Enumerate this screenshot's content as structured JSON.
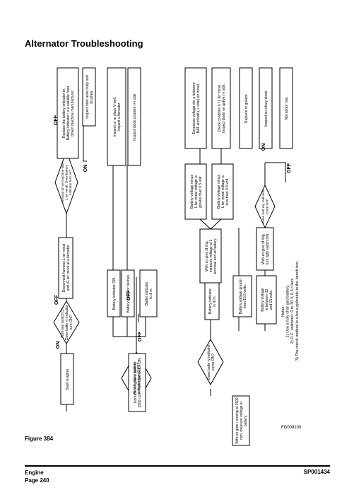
{
  "title": "Alternator Troubleshooting",
  "figure_label": "Figure 384",
  "figure_code": "FG009100",
  "footer": {
    "section": "Engine",
    "page": "Page 240",
    "doc_id": "SP001434"
  },
  "notes": [
    "Notes:",
    "1) Use a  fully char ged battery.",
    "2) D.C. voltmeter: 0 to  30  V,  0.5 c lass",
    "3) The check   method is a lso a pplicable to the  bench test"
  ],
  "nodes": {
    "d1": [
      "Turn key switch On.",
      "Does batte ry indicator",
      "turn ON?"
    ],
    "start": [
      "Start Engine."
    ],
    "d2": [
      "At id le, does battery",
      "indicator turn O FF?"
    ],
    "increase": [
      "Increase en gine s peed to",
      "1500 r.pm. Turn  light switch ON."
    ],
    "d3": [
      "Does batte ry indicator",
      "come ON?"
    ],
    "measure1500": [
      "With en gine r unning at  1500",
      "rpm,  measure  voltage at",
      "battery."
    ],
    "disconnect": [
      "Disconnect harness  L ter minal",
      "and  IG ter minal at a lternator"
    ],
    "ground": [
      "Ground dri ve  machine side",
      "L ter minal. Does battery",
      "indicator turn  on?"
    ],
    "replace_batt": [
      "Replace the battery indicator  or,",
      "Battery indicator i s a vailable from",
      "driven machine  manufacturer."
    ],
    "inspect_brush": [
      "Inspect rotor asse mbly and",
      "brushes."
    ],
    "bi_on": [
      "Battery indicator ON."
    ],
    "bi_flash": [
      "Battery indicator  flashes."
    ],
    "bi_dim1": [
      "Batter indicator",
      "is di m."
    ],
    "inspect_vbelt": [
      "Inspect or re  place V-belt.",
      "Inspect a lternator."
    ],
    "inspect_diode_pos": [
      "Inspect diode   positive (+) side."
    ],
    "bi_dim2": [
      "Battery indicator",
      "is di m."
    ],
    "measure_lterm": [
      "With en gine id ling,",
      "measure voltage at   L",
      "terminal and at battery."
    ],
    "bv_minus_gt": [
      "Battery  voltage  minus",
      "L ter minal  voltage is",
      "greater than   0.5  volt."
    ],
    "bv_minus_lt": [
      "Battery  voltage  minus",
      "L ter minal  voltage is",
      "less than   0.5  volt."
    ],
    "excessive": [
      "Excessive  voltage dro p between",
      "BAT and batt   ( + side) ter minal."
    ],
    "check_cond": [
      "Check condition o f  L ter minal.",
      "Inspect diode  ne gative  (-) side."
    ],
    "bv_greater": [
      "Battery  voltage  greater",
      "than  15.5  volts."
    ],
    "replace_reg": [
      "Replace re gulator."
    ],
    "bv_between": [
      "Battery  voltage",
      "is between   13",
      "and  15  volts."
    ],
    "idling_light": [
      "With en gine id ling,",
      "turn  light switch ON."
    ],
    "d4": [
      "Does batt ery indicator",
      "come ON?"
    ],
    "inspect_aux": [
      "Inspect au xiliary diode."
    ],
    "not_abnormal": [
      "Not abnor mal."
    ]
  },
  "labels": {
    "off": "OFF",
    "on": "ON"
  }
}
